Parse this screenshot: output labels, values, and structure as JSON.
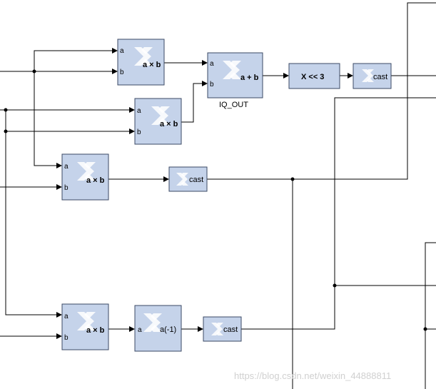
{
  "blocks": {
    "mult1": {
      "port_a": "a",
      "port_b": "b",
      "op": "a × b"
    },
    "mult2": {
      "port_a": "a",
      "port_b": "b",
      "op": "a × b"
    },
    "adder": {
      "port_a": "a",
      "port_b": "b",
      "op": "a + b",
      "name": "IQ_OUT"
    },
    "shift": {
      "op": "X << 3"
    },
    "cast1": {
      "op": "cast"
    },
    "mult3": {
      "port_a": "a",
      "port_b": "b",
      "op": "a × b"
    },
    "cast2": {
      "op": "cast"
    },
    "mult4": {
      "port_a": "a",
      "port_b": "b",
      "op": "a × b"
    },
    "negate": {
      "port_a": "a",
      "op": "a(-1)"
    },
    "cast3": {
      "op": "cast"
    }
  },
  "watermark": "https://blog.csdn.net/weixin_44888811"
}
